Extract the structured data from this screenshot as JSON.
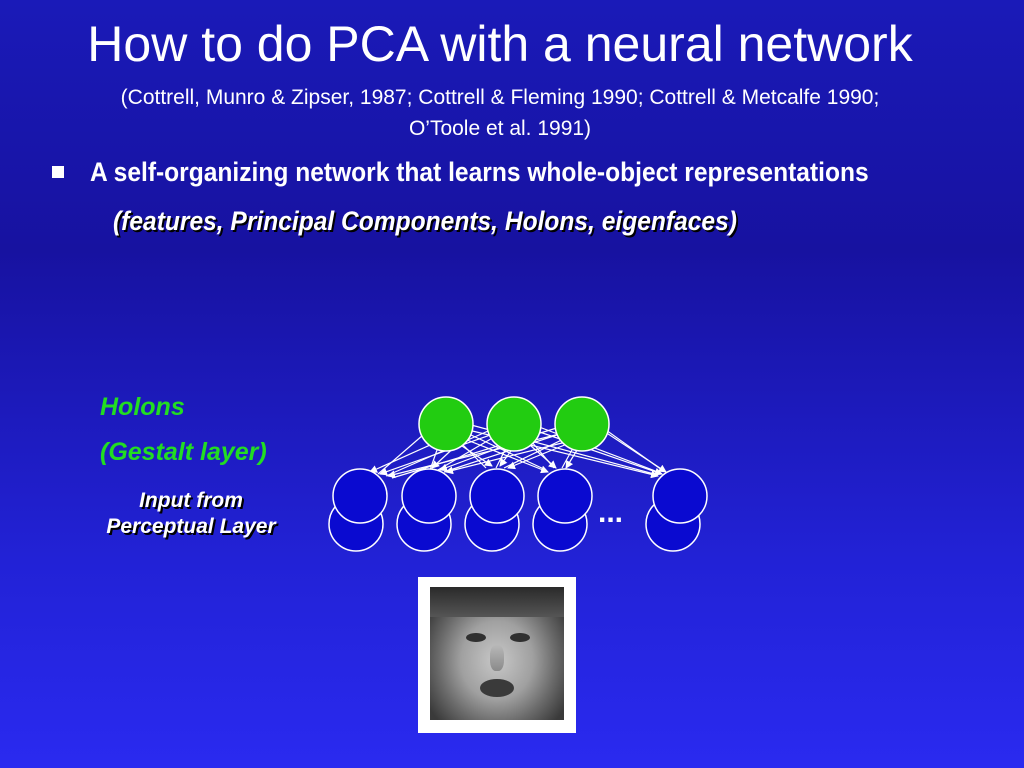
{
  "slide": {
    "title": "How to do PCA with a neural network",
    "citation_line1": "(Cottrell, Munro & Zipser, 1987; Cottrell & Fleming 1990; Cottrell & Metcalfe 1990;",
    "citation_line2": "O’Toole et al. 1991)",
    "bullet_text": "A self-organizing network that learns whole-object representations",
    "bullet_subtext": "(features, Principal Components, Holons, eigenfaces)"
  },
  "diagram": {
    "holons_label": "Holons",
    "gestalt_label": "(Gestalt layer)",
    "input_label_line1": "Input from",
    "input_label_line2": "Perceptual Layer",
    "ellipsis": "...",
    "colors": {
      "holon_node": "#22cc11",
      "input_node": "#0a0ad0",
      "node_outline": "#ffffff",
      "connection": "#ffffff",
      "label_green": "#22dd22"
    },
    "face_image": "grayscale-face-photo"
  }
}
